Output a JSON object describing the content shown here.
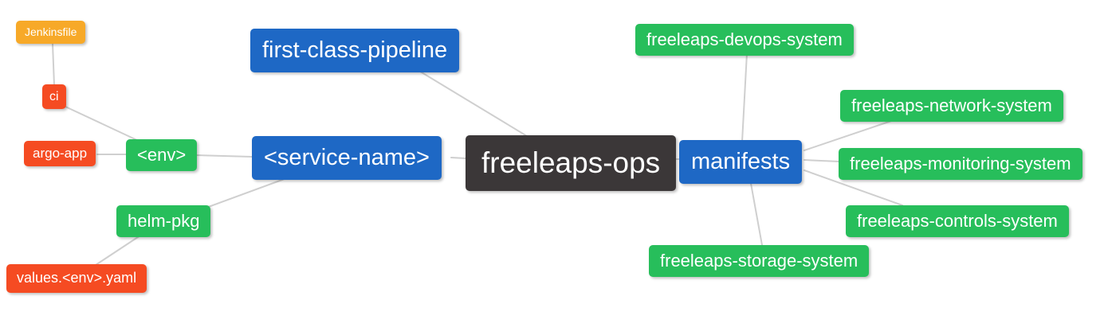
{
  "diagram": {
    "type": "mindmap",
    "root": "freeleaps-ops"
  },
  "palette": {
    "blue": "#1e68c5",
    "green": "#27be5b",
    "orange": "#f7a928",
    "red_orange": "#f54b22",
    "dark": "#3b3738",
    "edge_line": "#cfcfcf",
    "node_text": "#ffffff",
    "background": "#ffffff"
  },
  "nodes": [
    {
      "id": "jenkinsfile",
      "label": "Jenkinsfile",
      "color": "orange"
    },
    {
      "id": "ci",
      "label": "ci",
      "color": "red_orange"
    },
    {
      "id": "argo-app",
      "label": "argo-app",
      "color": "red_orange"
    },
    {
      "id": "env",
      "label": "<env>",
      "color": "green"
    },
    {
      "id": "helm-pkg",
      "label": "helm-pkg",
      "color": "green"
    },
    {
      "id": "values-env-yaml",
      "label": "values.<env>.yaml",
      "color": "red_orange"
    },
    {
      "id": "first-class-pipeline",
      "label": "first-class-pipeline",
      "color": "blue"
    },
    {
      "id": "service-name",
      "label": "<service-name>",
      "color": "blue"
    },
    {
      "id": "freeleaps-ops",
      "label": "freeleaps-ops",
      "color": "dark"
    },
    {
      "id": "manifests",
      "label": "manifests",
      "color": "blue"
    },
    {
      "id": "freeleaps-devops-system",
      "label": "freeleaps-devops-system",
      "color": "green"
    },
    {
      "id": "freeleaps-network-system",
      "label": "freeleaps-network-system",
      "color": "green"
    },
    {
      "id": "freeleaps-monitoring-system",
      "label": "freeleaps-monitoring-system",
      "color": "green"
    },
    {
      "id": "freeleaps-controls-system",
      "label": "freeleaps-controls-system",
      "color": "green"
    },
    {
      "id": "freeleaps-storage-system",
      "label": "freeleaps-storage-system",
      "color": "green"
    }
  ],
  "edges": [
    {
      "from": "jenkinsfile",
      "to": "ci"
    },
    {
      "from": "ci",
      "to": "env"
    },
    {
      "from": "argo-app",
      "to": "env"
    },
    {
      "from": "env",
      "to": "service-name"
    },
    {
      "from": "helm-pkg",
      "to": "service-name"
    },
    {
      "from": "values-env-yaml",
      "to": "helm-pkg"
    },
    {
      "from": "first-class-pipeline",
      "to": "freeleaps-ops"
    },
    {
      "from": "service-name",
      "to": "freeleaps-ops"
    },
    {
      "from": "freeleaps-ops",
      "to": "manifests"
    },
    {
      "from": "manifests",
      "to": "freeleaps-devops-system"
    },
    {
      "from": "manifests",
      "to": "freeleaps-network-system"
    },
    {
      "from": "manifests",
      "to": "freeleaps-monitoring-system"
    },
    {
      "from": "manifests",
      "to": "freeleaps-controls-system"
    },
    {
      "from": "manifests",
      "to": "freeleaps-storage-system"
    }
  ]
}
